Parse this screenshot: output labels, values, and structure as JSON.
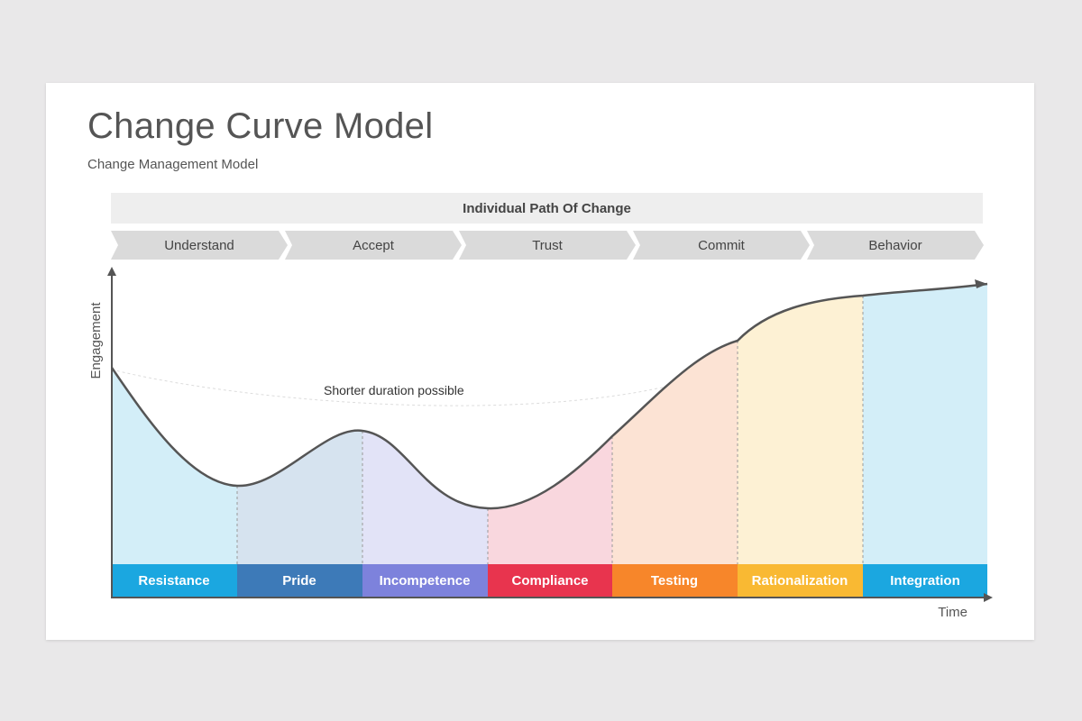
{
  "title": "Change Curve Model",
  "subtitle": "Change Management Model",
  "banner": "Individual Path Of Change",
  "steps": [
    "Understand",
    "Accept",
    "Trust",
    "Commit",
    "Behavior"
  ],
  "axes": {
    "y_label": "Engagement",
    "x_label": "Time"
  },
  "annotation": "Shorter duration possible",
  "stages": [
    {
      "label": "Resistance",
      "color": "#1ba7e0",
      "fill": "#d3eef8"
    },
    {
      "label": "Pride",
      "color": "#3d7ab8",
      "fill": "#d6e3ef"
    },
    {
      "label": "Incompetence",
      "color": "#7d82dc",
      "fill": "#e2e3f7"
    },
    {
      "label": "Compliance",
      "color": "#e8344e",
      "fill": "#f9d7de"
    },
    {
      "label": "Testing",
      "color": "#f7862a",
      "fill": "#fce3d4"
    },
    {
      "label": "Rationalization",
      "color": "#f9b933",
      "fill": "#fdf1d4"
    },
    {
      "label": "Integration",
      "color": "#1ba7e0",
      "fill": "#d3eef8"
    }
  ]
}
